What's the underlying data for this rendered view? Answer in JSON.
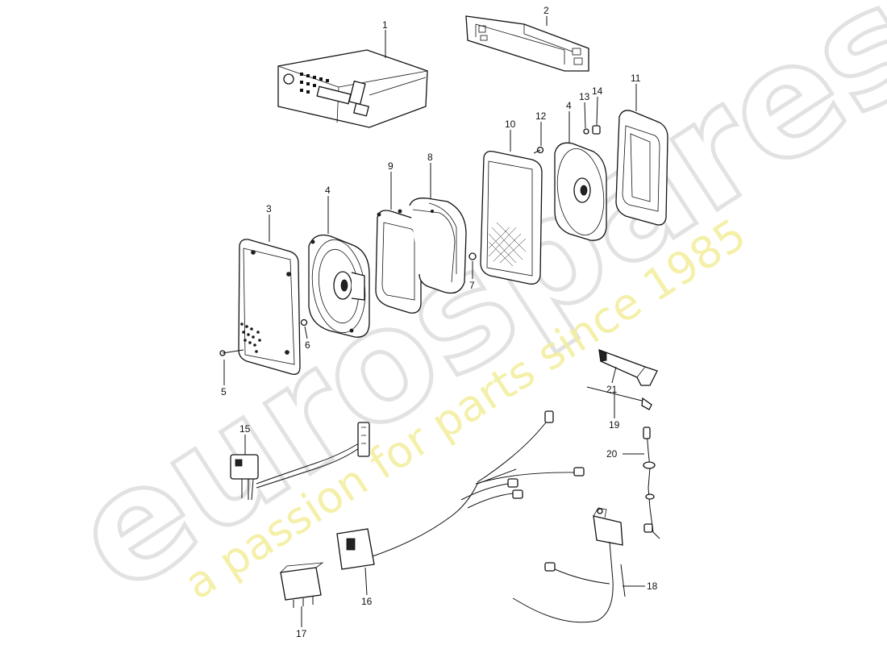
{
  "watermark": {
    "brand": "eurospares",
    "tagline": "a passion for parts since 1985"
  },
  "callouts": [
    "1",
    "2",
    "3",
    "4",
    "4",
    "5",
    "6",
    "7",
    "8",
    "9",
    "10",
    "11",
    "12",
    "13",
    "14",
    "15",
    "16",
    "17",
    "18",
    "19",
    "20",
    "21"
  ]
}
